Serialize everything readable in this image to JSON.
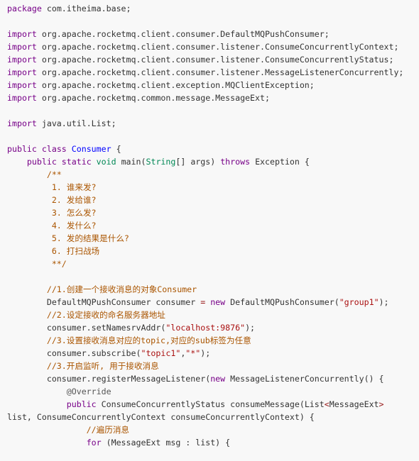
{
  "code": {
    "language": "java",
    "lines": [
      [
        [
          "kw",
          "package"
        ],
        [
          "var",
          " com.itheima.base;"
        ]
      ],
      [],
      [
        [
          "kw",
          "import"
        ],
        [
          "var",
          " org.apache.rocketmq.client.consumer.DefaultMQPushConsumer;"
        ]
      ],
      [
        [
          "kw",
          "import"
        ],
        [
          "var",
          " org.apache.rocketmq.client.consumer.listener.ConsumeConcurrentlyContext;"
        ]
      ],
      [
        [
          "kw",
          "import"
        ],
        [
          "var",
          " org.apache.rocketmq.client.consumer.listener.ConsumeConcurrentlyStatus;"
        ]
      ],
      [
        [
          "kw",
          "import"
        ],
        [
          "var",
          " org.apache.rocketmq.client.consumer.listener.MessageListenerConcurrently;"
        ]
      ],
      [
        [
          "kw",
          "import"
        ],
        [
          "var",
          " org.apache.rocketmq.client.exception.MQClientException;"
        ]
      ],
      [
        [
          "kw",
          "import"
        ],
        [
          "var",
          " org.apache.rocketmq.common.message.MessageExt;"
        ]
      ],
      [],
      [
        [
          "kw",
          "import"
        ],
        [
          "var",
          " java.util.List;"
        ]
      ],
      [],
      [
        [
          "kw",
          "public"
        ],
        [
          "var",
          " "
        ],
        [
          "kw",
          "class"
        ],
        [
          "var",
          " "
        ],
        [
          "def",
          "Consumer"
        ],
        [
          "var",
          " {"
        ]
      ],
      [
        [
          "var",
          "    "
        ],
        [
          "kw",
          "public"
        ],
        [
          "var",
          " "
        ],
        [
          "kw",
          "static"
        ],
        [
          "var",
          " "
        ],
        [
          "ty",
          "void"
        ],
        [
          "var",
          " main("
        ],
        [
          "ty",
          "String"
        ],
        [
          "var",
          "[] args) "
        ],
        [
          "kw",
          "throws"
        ],
        [
          "var",
          " Exception {"
        ]
      ],
      [
        [
          "cmt",
          "        /**"
        ]
      ],
      [
        [
          "cmt",
          "         1. 谁来发?"
        ]
      ],
      [
        [
          "cmt",
          "         2. 发给谁?"
        ]
      ],
      [
        [
          "cmt",
          "         3. 怎么发?"
        ]
      ],
      [
        [
          "cmt",
          "         4. 发什么?"
        ]
      ],
      [
        [
          "cmt",
          "         5. 发的结果是什么?"
        ]
      ],
      [
        [
          "cmt",
          "         6. 打扫战场"
        ]
      ],
      [
        [
          "cmt",
          "         **/"
        ]
      ],
      [],
      [
        [
          "cmt",
          "        //1.创建一个接收消息的对象Consumer"
        ]
      ],
      [
        [
          "var",
          "        DefaultMQPushConsumer consumer "
        ],
        [
          "op",
          "="
        ],
        [
          "var",
          " "
        ],
        [
          "kw",
          "new"
        ],
        [
          "var",
          " DefaultMQPushConsumer("
        ],
        [
          "str",
          "\"group1\""
        ],
        [
          "var",
          ");"
        ]
      ],
      [
        [
          "cmt",
          "        //2.设定接收的命名服务器地址"
        ]
      ],
      [
        [
          "var",
          "        consumer.setNamesrvAddr("
        ],
        [
          "str",
          "\"localhost:9876\""
        ],
        [
          "var",
          ");"
        ]
      ],
      [
        [
          "cmt",
          "        //3.设置接收消息对应的topic,对应的sub标签为任意"
        ]
      ],
      [
        [
          "var",
          "        consumer.subscribe("
        ],
        [
          "str",
          "\"topic1\""
        ],
        [
          "var",
          ","
        ],
        [
          "str",
          "\"*\""
        ],
        [
          "var",
          ");"
        ]
      ],
      [
        [
          "cmt",
          "        //3.开启监听, 用于接收消息"
        ]
      ],
      [
        [
          "var",
          "        consumer.registerMessageListener("
        ],
        [
          "kw",
          "new"
        ],
        [
          "var",
          " MessageListenerConcurrently() {"
        ]
      ],
      [
        [
          "meta",
          "            @Override"
        ]
      ],
      [
        [
          "var",
          "            "
        ],
        [
          "kw",
          "public"
        ],
        [
          "var",
          " ConsumeConcurrentlyStatus consumeMessage(List"
        ],
        [
          "op",
          "<"
        ],
        [
          "var",
          "MessageExt"
        ],
        [
          "op",
          ">"
        ]
      ],
      [
        [
          "var",
          "list, ConsumeConcurrentlyContext consumeConcurrentlyContext) {"
        ]
      ],
      [
        [
          "cmt",
          "                //遍历消息"
        ]
      ],
      [
        [
          "var",
          "                "
        ],
        [
          "kw",
          "for"
        ],
        [
          "var",
          " (MessageExt msg : list) {"
        ]
      ]
    ]
  }
}
